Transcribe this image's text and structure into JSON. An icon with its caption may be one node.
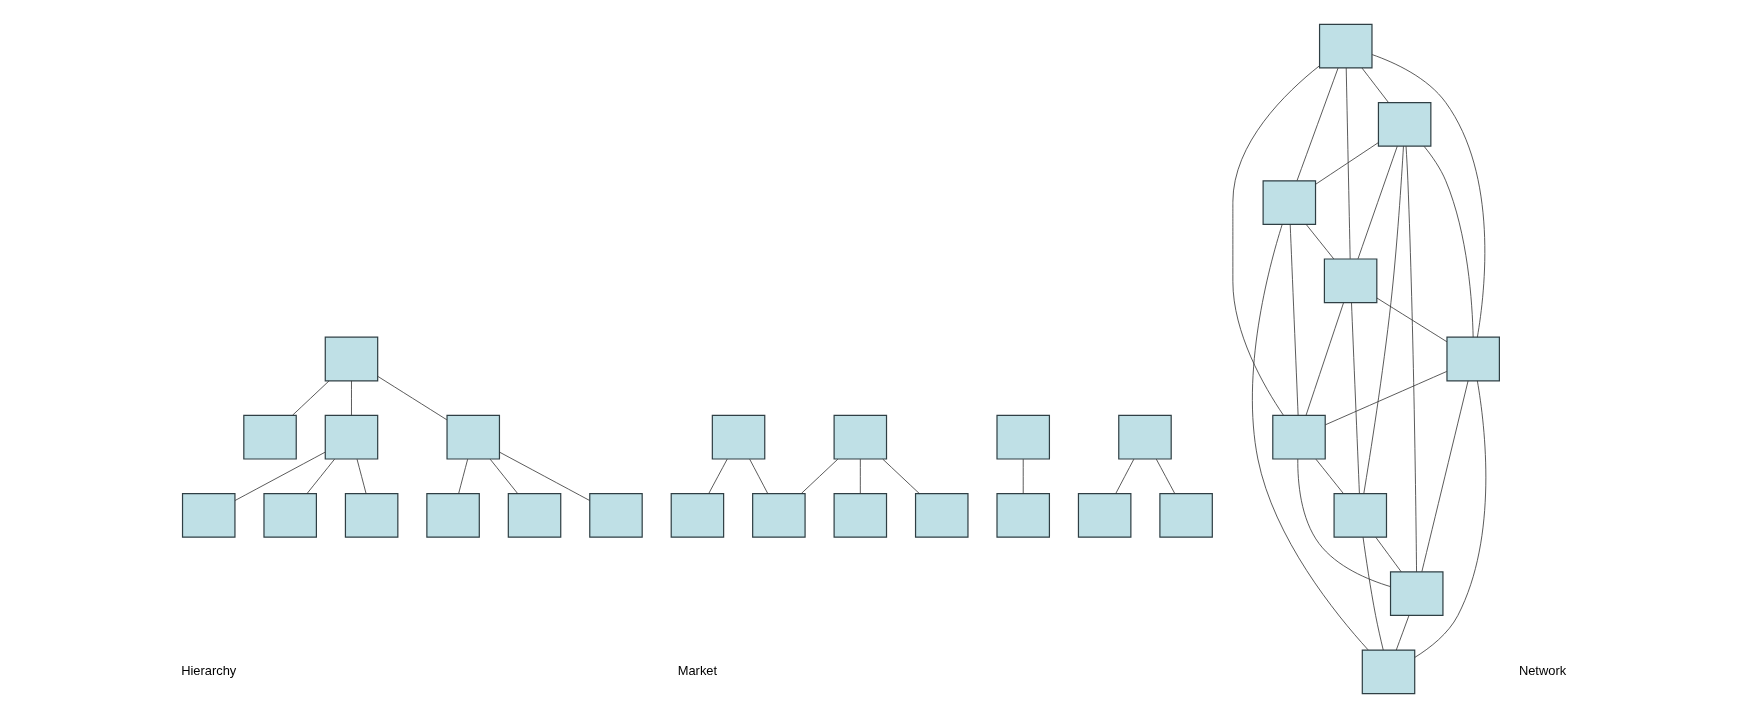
{
  "diagram": {
    "nodes": [
      {
        "text": [],
        "shape": "box"
      },
      {
        "text": [],
        "shape": "box"
      },
      {
        "text": [],
        "shape": "box"
      },
      {
        "text": [],
        "shape": "box"
      },
      {
        "text": [],
        "shape": "box"
      },
      {
        "text": [],
        "shape": "box"
      },
      {
        "text": [],
        "shape": "box"
      },
      {
        "text": [],
        "shape": "box"
      },
      {
        "text": [],
        "shape": "box"
      },
      {
        "text": [],
        "shape": "box"
      },
      {
        "text": [],
        "shape": "box"
      },
      {
        "text": [],
        "shape": "box"
      },
      {
        "text": [],
        "shape": "box"
      },
      {
        "text": [],
        "shape": "box"
      },
      {
        "text": [],
        "shape": "box"
      },
      {
        "text": [],
        "shape": "box"
      },
      {
        "text": [],
        "shape": "box"
      },
      {
        "text": [],
        "shape": "box"
      },
      {
        "text": [],
        "shape": "box"
      },
      {
        "text": [],
        "shape": "box"
      },
      {
        "text": [],
        "shape": "box"
      },
      {
        "text": [],
        "shape": "box"
      },
      {
        "text": [],
        "shape": "box"
      },
      {
        "text": [],
        "shape": "box"
      },
      {
        "text": [],
        "shape": "box"
      },
      {
        "text": [],
        "shape": "box"
      },
      {
        "text": [],
        "shape": "box"
      },
      {
        "text": [],
        "shape": "box"
      },
      {
        "text": [],
        "shape": "box"
      },
      {
        "text": [],
        "shape": "box"
      }
    ],
    "edges": [
      {
        "from": 0,
        "to": 1,
        "arrow": "none"
      },
      {
        "from": 0,
        "to": 2,
        "arrow": "none"
      },
      {
        "from": 0,
        "to": 3,
        "arrow": "none"
      },
      {
        "from": 1,
        "to": 4,
        "arrow": "none"
      },
      {
        "from": 1,
        "to": 5,
        "arrow": "none"
      },
      {
        "from": 1,
        "to": 6,
        "arrow": "none"
      },
      {
        "from": 3,
        "to": 7,
        "arrow": "none"
      },
      {
        "from": 3,
        "to": 8,
        "arrow": "none"
      },
      {
        "from": 3,
        "to": 9,
        "arrow": "none"
      },
      {
        "from": 10,
        "to": 11,
        "arrow": "none"
      },
      {
        "from": 10,
        "to": 12,
        "arrow": "none"
      },
      {
        "from": 13,
        "to": 14,
        "arrow": "none"
      },
      {
        "from": 16,
        "to": 15,
        "arrow": "none"
      },
      {
        "from": 16,
        "to": 17,
        "arrow": "none"
      },
      {
        "from": 16,
        "to": 18,
        "arrow": "none"
      },
      {
        "from": 19,
        "to": 18,
        "arrow": "none"
      },
      {
        "from": 19,
        "to": 20,
        "arrow": "none"
      },
      {
        "from": 21,
        "to": 22,
        "arrow": "none"
      },
      {
        "from": 21,
        "to": 23,
        "arrow": "none"
      },
      {
        "from": 21,
        "to": 24,
        "arrow": "none"
      },
      {
        "from": 21,
        "to": 25,
        "arrow": "none"
      },
      {
        "from": 21,
        "to": 26,
        "arrow": "none"
      },
      {
        "from": 22,
        "to": 23,
        "arrow": "none"
      },
      {
        "from": 22,
        "to": 24,
        "arrow": "none"
      },
      {
        "from": 22,
        "to": 25,
        "arrow": "none"
      },
      {
        "from": 22,
        "to": 27,
        "arrow": "none"
      },
      {
        "from": 22,
        "to": 29,
        "arrow": "none"
      },
      {
        "from": 23,
        "to": 24,
        "arrow": "none"
      },
      {
        "from": 23,
        "to": 26,
        "arrow": "none"
      },
      {
        "from": 23,
        "to": 28,
        "arrow": "none"
      },
      {
        "from": 24,
        "to": 25,
        "arrow": "none"
      },
      {
        "from": 24,
        "to": 26,
        "arrow": "none"
      },
      {
        "from": 24,
        "to": 29,
        "arrow": "none"
      },
      {
        "from": 25,
        "to": 26,
        "arrow": "none"
      },
      {
        "from": 25,
        "to": 27,
        "arrow": "none"
      },
      {
        "from": 25,
        "to": 28,
        "arrow": "none"
      },
      {
        "from": 26,
        "to": 27,
        "arrow": "none"
      },
      {
        "from": 26,
        "to": 29,
        "arrow": "none"
      },
      {
        "from": 27,
        "to": 28,
        "arrow": "none"
      },
      {
        "from": 29,
        "to": 27,
        "arrow": "none"
      },
      {
        "from": 29,
        "to": 28,
        "arrow": "none"
      }
    ],
    "labels": [
      "Hierarchy",
      "Market",
      "Network"
    ]
  }
}
